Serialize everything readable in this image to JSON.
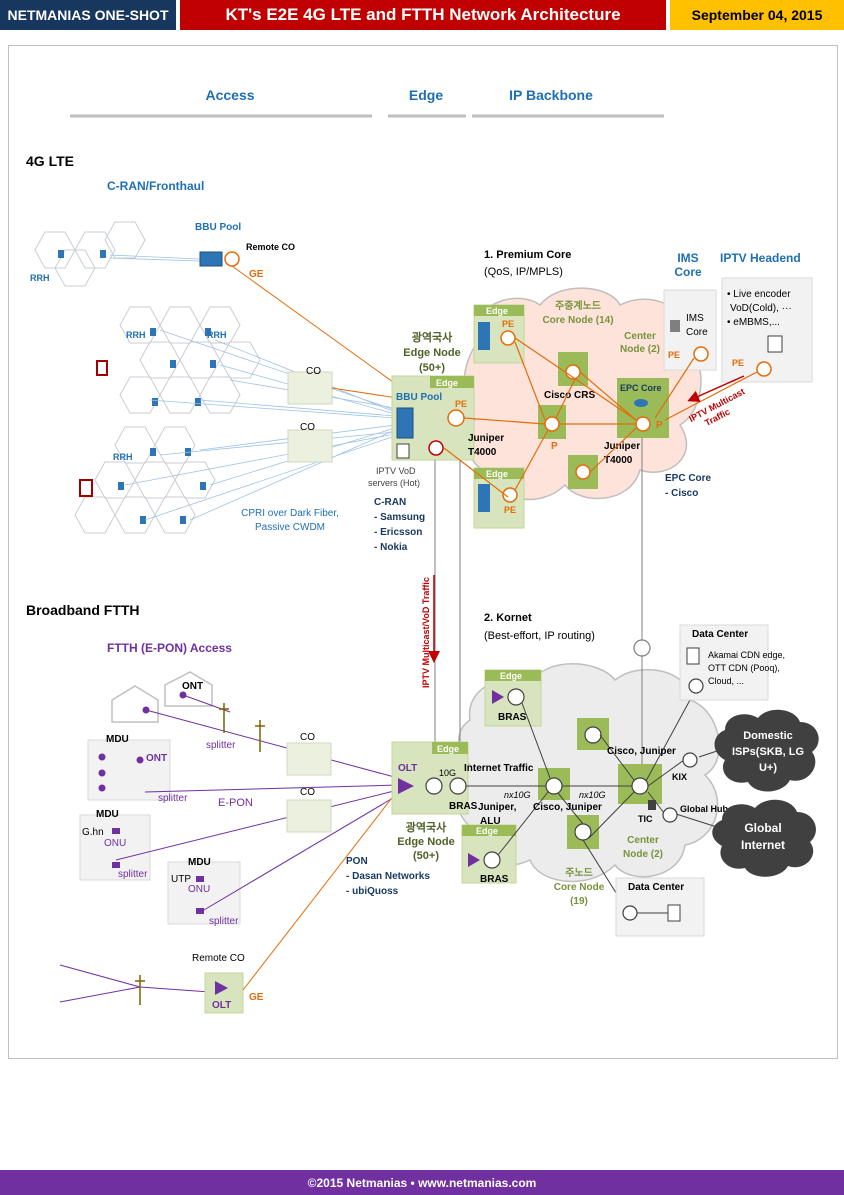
{
  "header": {
    "brand": "NETMANIAS ONE-SHOT",
    "title": "KT's E2E 4G LTE and FTTH Network Architecture",
    "date": "September 04, 2015"
  },
  "footer": "©2015 Netmanias • www.netmanias.com",
  "colors": {
    "navy": "#17375e",
    "red": "#c00000",
    "gold": "#ffc000",
    "purple": "#7030a0",
    "orange": "#e46c0a",
    "green_box": "#d7e4bd",
    "green_dark": "#77933c",
    "blue_link": "#1f6fb5",
    "core_pink": "#fde3da"
  },
  "columns": {
    "access": "Access",
    "edge": "Edge",
    "ip_backbone": "IP Backbone"
  },
  "lte": {
    "section": "4G LTE",
    "cran_title": "C-RAN/Fronthaul",
    "rrh": "RRH",
    "bbu_pool": "BBU Pool",
    "remote_co": "Remote CO",
    "ge": "GE",
    "co": "CO",
    "cpri": [
      "CPRI over Dark Fiber,",
      "Passive CWDM"
    ],
    "edge_node": [
      "광역국사",
      "Edge Node",
      "(50+)"
    ],
    "edge": "Edge",
    "pe": "PE",
    "p": "P",
    "juniper_t4000": [
      "Juniper",
      "T4000"
    ],
    "iptv_vod_servers": [
      "IPTV VoD",
      "servers (Hot)"
    ],
    "cran_vendors": [
      "C-RAN",
      "- Samsung",
      "- Ericsson",
      "- Nokia"
    ],
    "premium_core": [
      "1. Premium Core",
      "(QoS, IP/MPLS)"
    ],
    "core_node": [
      "주중계노드",
      "Core Node (14)"
    ],
    "center_node": [
      "Center",
      "Node (2)"
    ],
    "cisco_crs": "Cisco CRS",
    "epc_core": "EPC Core",
    "epc_core_cisco": [
      "EPC Core",
      "- Cisco"
    ],
    "ims_core_title": [
      "IMS",
      "Core"
    ],
    "ims_core_box": [
      "IMS",
      "Core"
    ],
    "iptv_headend": "IPTV Headend",
    "headend_items": [
      "• Live encoder",
      "VoD(Cold), ···",
      "• eMBMS,..."
    ],
    "iptv_multicast_traffic": [
      "IPTV Multicast",
      "Traffic"
    ]
  },
  "ftth": {
    "section": "Broadband FTTH",
    "access_title": "FTTH (E-PON) Access",
    "ont": "ONT",
    "mdu": "MDU",
    "splitter": "splitter",
    "ghn": "G.hn",
    "onu": "ONU",
    "utp": "UTP",
    "epon": "E-PON",
    "co": "CO",
    "remote_co": "Remote CO",
    "olt": "OLT",
    "ge": "GE",
    "ten_g": "10G",
    "bras": "BRAS",
    "edge": "Edge",
    "edge_node": [
      "광역국사",
      "Edge Node",
      "(50+)"
    ],
    "pon_vendors": [
      "PON",
      "- Dasan Networks",
      "- ubiQuoss"
    ],
    "kornet": [
      "2. Kornet",
      "(Best-effort, IP routing)"
    ],
    "internet_traffic": "Internet Traffic",
    "nx10g": "nx10G",
    "juniper_alu": [
      "Juniper,",
      "ALU"
    ],
    "cisco_juniper": "Cisco, Juniper",
    "core_node": [
      "주노드",
      "Core Node",
      "(19)"
    ],
    "center_node": [
      "Center",
      "Node (2)"
    ],
    "tic": "TIC",
    "kix": "KIX",
    "global_hub": "Global Hub",
    "data_center": "Data Center",
    "dc_items": [
      "Akamai CDN edge,",
      "OTT CDN (Pooq),",
      "Cloud, ..."
    ],
    "domestic_isps": [
      "Domestic",
      "ISPs(SKB, LG",
      "U+)"
    ],
    "global_internet": [
      "Global",
      "Internet"
    ],
    "iptv_vod_traffic": "IPTV Multicast/VoD Traffic"
  }
}
